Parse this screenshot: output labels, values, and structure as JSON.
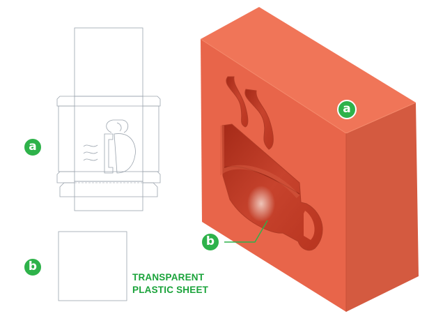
{
  "labels": {
    "a": "a",
    "b": "b"
  },
  "caption": {
    "line1": "TRANSPARENT",
    "line2": "PLASTIC SHEET"
  },
  "colors": {
    "badge": "#2eb24a",
    "box_front": "#e8654a",
    "box_top": "#f07558",
    "box_side": "#d45a40",
    "window": "#c23a25",
    "caption": "#1aa33a",
    "dieline": "#9aa3ad"
  }
}
